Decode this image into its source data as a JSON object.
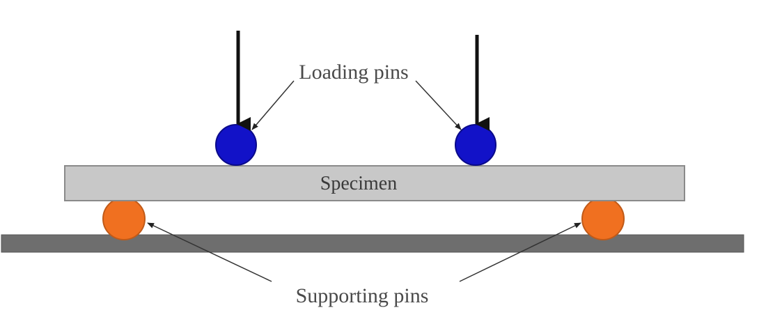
{
  "labels": {
    "loading_pins": "Loading pins",
    "specimen": "Specimen",
    "supporting_pins": "Supporting pins"
  },
  "colors": {
    "loading_pin": "#1212c8",
    "supporting_pin": "#f07020",
    "specimen": "#c8c8c8",
    "base_plate": "#6e6e6e",
    "force_arrow": "#111111",
    "leader_line": "#333333"
  }
}
